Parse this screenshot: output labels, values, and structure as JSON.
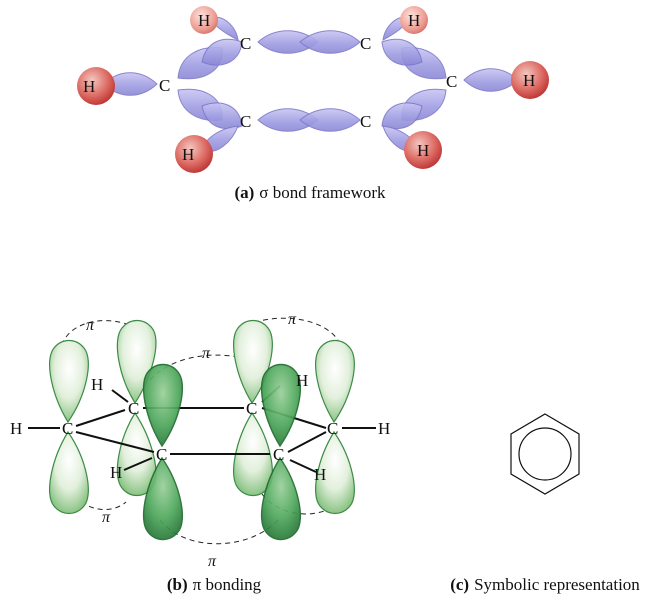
{
  "panel_a": {
    "atom_c": "C",
    "atom_h": "H",
    "caption_letter": "(a)",
    "caption_text": "σ bond framework"
  },
  "panel_b": {
    "atom_c": "C",
    "atom_h": "H",
    "pi_symbol": "π",
    "caption_letter": "(b)",
    "caption_text": "π bonding"
  },
  "panel_c": {
    "caption_letter": "(c)",
    "caption_text": "Symbolic representation"
  },
  "colors": {
    "sigma_lobe": "#a9a6e6",
    "hydrogen": "#d2504f",
    "hydrogen_light": "#e98f86",
    "p_orbital_light": "#cfe6c7",
    "p_orbital_dark": "#3e9a4e",
    "line": "#111111"
  }
}
